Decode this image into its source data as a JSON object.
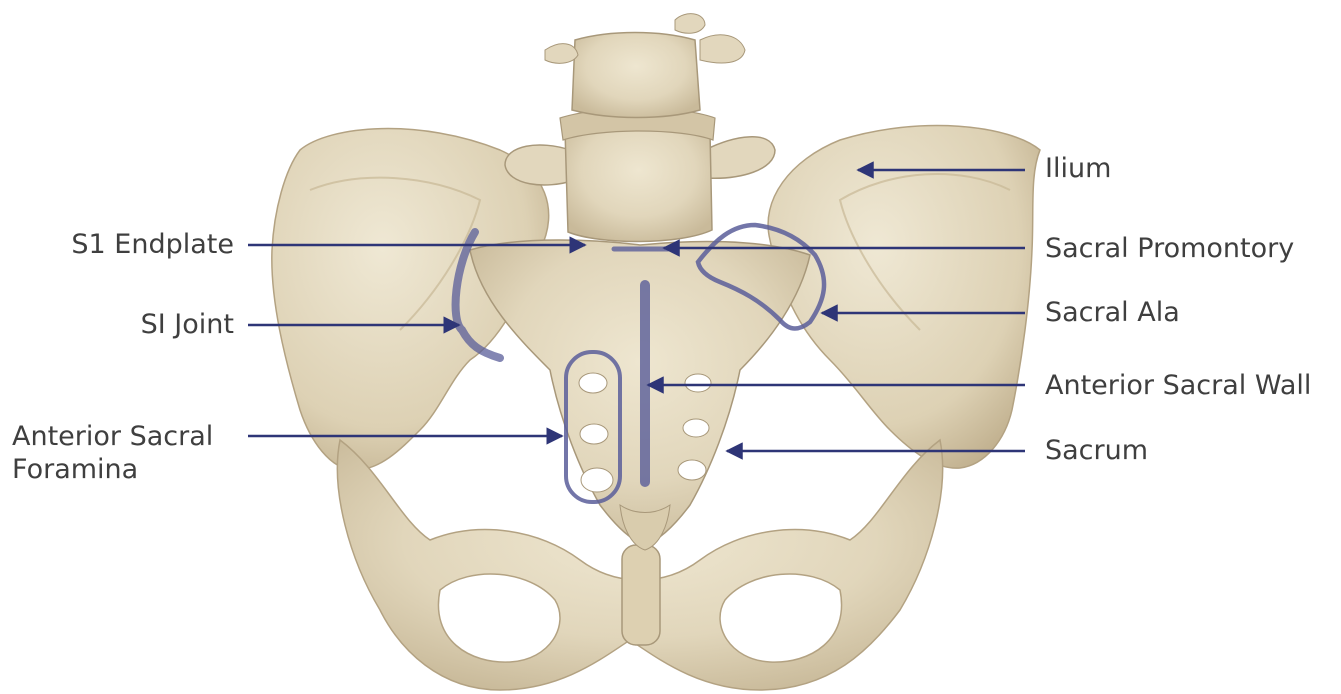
{
  "colors": {
    "leader_line": "#2e3577",
    "overlay": "#5a5e9a",
    "bone": "#e6dcc3",
    "bone_shadow": "#c4b596",
    "bone_dark": "#a8987a",
    "text": "#3f3f3f"
  },
  "labels": {
    "ilium": "Ilium",
    "s1_endplate": "S1 Endplate",
    "sacral_promontory": "Sacral Promontory",
    "si_joint": "SI Joint",
    "sacral_ala": "Sacral Ala",
    "anterior_sacral_wall": "Anterior Sacral Wall",
    "anterior_sacral_foramina_line1": "Anterior Sacral",
    "anterior_sacral_foramina_line2": "Foramina",
    "sacrum": "Sacrum"
  }
}
